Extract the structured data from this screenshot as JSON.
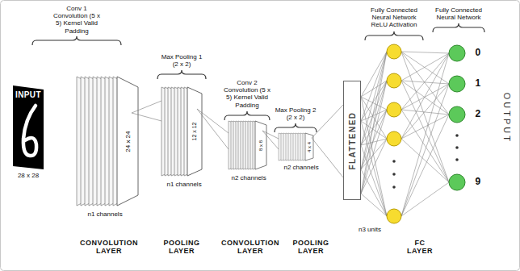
{
  "diagram": {
    "nodes": [
      {
        "text": [
          "INPUT",
          "28 x 28"
        ]
      },
      {
        "text": [
          "FLATTENED"
        ]
      }
    ],
    "labels": [
      "Conv 1 Convolution (5 x 5) Kernel Valid Padding",
      "Max Pooling 1 (2 x 2)",
      "Conv 2 Convolution (5 x 5) Kernel Valid Padding",
      "Max Pooling 2 (2 x 2)",
      "Fully Connected Neural Network ReLU Activation",
      "Fully Connected Neural Network",
      "24 x 24",
      "n1 channels",
      "12 x 12",
      "n1 channels",
      "8 x 8",
      "n2 channels",
      "4 x 4",
      "n2 channels",
      "n3 units",
      "0",
      "1",
      "2",
      "9",
      "OUTPUT",
      "CONVOLUTION LAYER",
      "POOLING LAYER",
      "CONVOLUTION LAYER",
      "POOLING LAYER",
      "FC LAYER"
    ]
  }
}
